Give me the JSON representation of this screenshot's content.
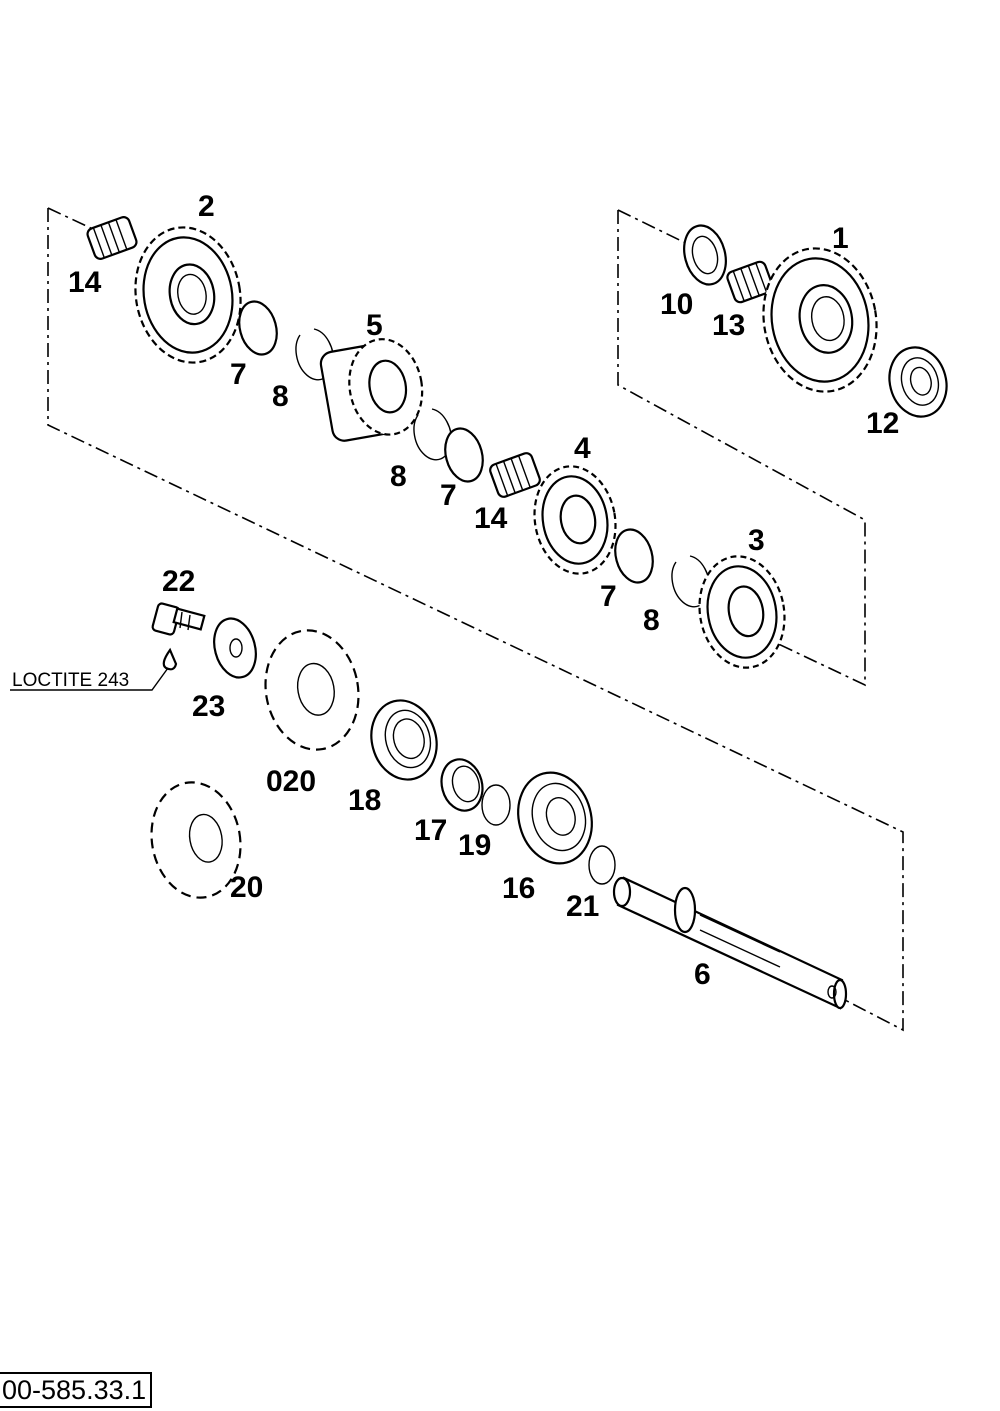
{
  "labels": {
    "l1": "1",
    "l2": "2",
    "l3": "3",
    "l4": "4",
    "l5": "5",
    "l6": "6",
    "l7a": "7",
    "l7b": "7",
    "l7c": "7",
    "l8a": "8",
    "l8b": "8",
    "l8c": "8",
    "l10": "10",
    "l12": "12",
    "l13": "13",
    "l14a": "14",
    "l14b": "14",
    "l16": "16",
    "l17": "17",
    "l18": "18",
    "l19": "19",
    "l20": "20",
    "l020": "020",
    "l21": "21",
    "l22": "22",
    "l23": "23"
  },
  "note": "LOCTITE 243",
  "doc_id": "00-585.33.1"
}
